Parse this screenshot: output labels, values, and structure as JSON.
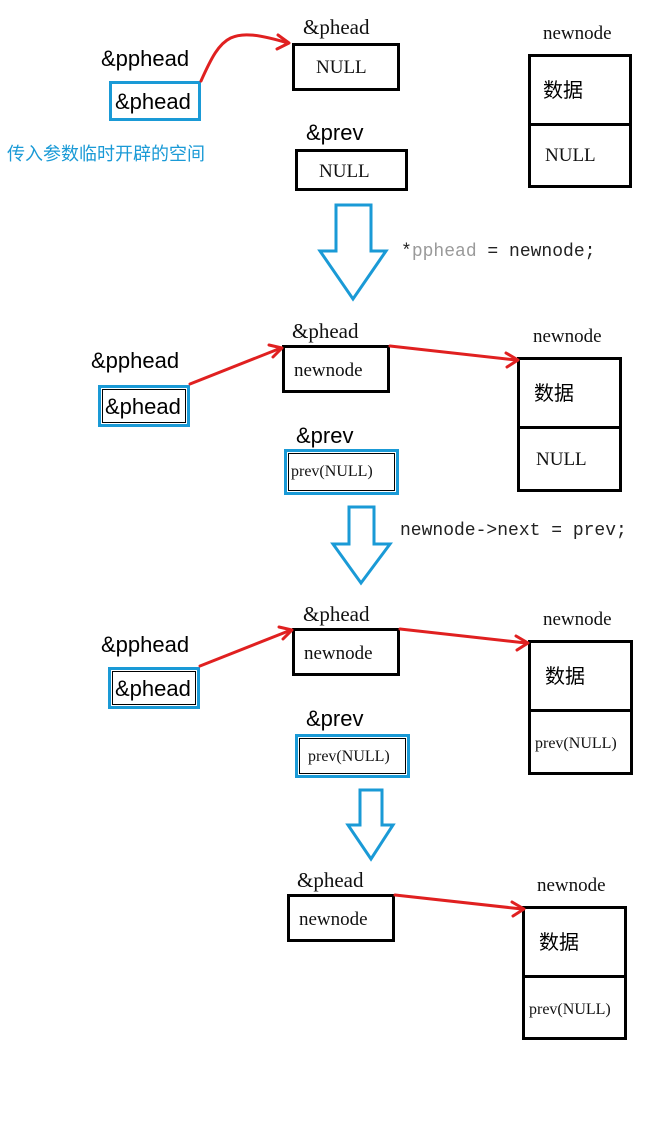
{
  "labels": {
    "pphead": "&pphead",
    "phead": "&phead",
    "prev": "&prev",
    "newnode": "newnode",
    "data": "数据",
    "null": "NULL",
    "newnode_value": "newnode",
    "prev_null": "prev(NULL)"
  },
  "note": "传入参数临时开辟的空间",
  "steps": {
    "code1_star": "*",
    "code1_var": "pphead",
    "code1_rest": " = newnode;",
    "code2": "newnode->next = prev;"
  },
  "colors": {
    "arrow_red": "#e02020",
    "big_arrow_blue": "#1a9ad6",
    "note_blue": "#1a9ad6"
  }
}
